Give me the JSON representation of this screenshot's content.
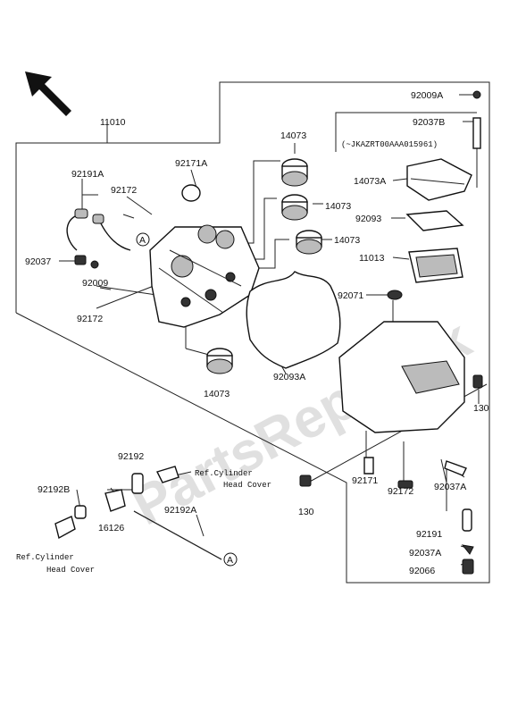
{
  "watermark": "PartsRepublik",
  "labels": {
    "l11010": "11010",
    "l14073_top": "14073",
    "l14073_mid1": "14073",
    "l14073_mid2": "14073",
    "l14073_bot": "14073",
    "l92171A": "92171A",
    "l92191A": "92191A",
    "l92172_top": "92172",
    "l92037": "92037",
    "l92009": "92009",
    "l92172_left": "92172",
    "l92093A": "92093A",
    "l92009A": "92009A",
    "l92037B": "92037B",
    "l14073A": "14073A",
    "l92093": "92093",
    "l11013": "11013",
    "l92071": "92071",
    "l130_right": "130",
    "l130_left": "130",
    "l92171": "92171",
    "l92172_bot": "92172",
    "l92037A_mid": "92037A",
    "l92191": "92191",
    "l92037A_bot": "92037A",
    "l92066": "92066",
    "l92192": "92192",
    "l92192B": "92192B",
    "l92192A": "92192A",
    "l16126": "16126",
    "serial": "(~JKAZRT00AAA015961)",
    "ref1_line1": "Ref.Cylinder",
    "ref1_line2": "Head Cover",
    "ref2_line1": "Ref.Cylinder",
    "ref2_line2": "Head Cover",
    "markerA_1": "A",
    "markerA_2": "A"
  }
}
